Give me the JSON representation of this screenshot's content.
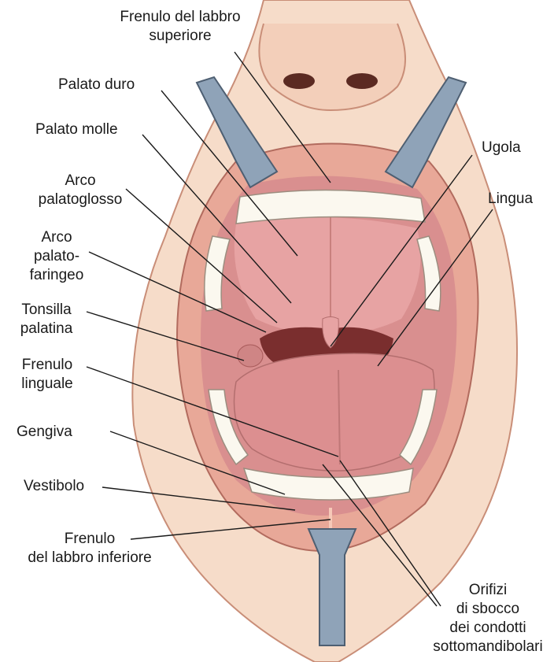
{
  "labels": {
    "frenulo_labbro_superiore": [
      "Frenulo del labbro",
      "superiore"
    ],
    "palato_duro": [
      "Palato duro"
    ],
    "palato_molle": [
      "Palato molle"
    ],
    "arco_palatoglosso": [
      "Arco",
      "palatoglosso"
    ],
    "arco_palatofaringeo": [
      "Arco",
      "palato-",
      "faringeo"
    ],
    "tonsilla_palatina": [
      "Tonsilla",
      "palatina"
    ],
    "frenulo_linguale": [
      "Frenulo",
      "linguale"
    ],
    "gengiva": [
      "Gengiva"
    ],
    "vestibolo": [
      "Vestibolo"
    ],
    "frenulo_labbro_inferiore": [
      "Frenulo",
      "del labbro inferiore"
    ],
    "ugola": [
      "Ugola"
    ],
    "lingua": [
      "Lingua"
    ],
    "orifizi": [
      "Orifizi",
      "di sbocco",
      "dei condotti",
      "sottomandibolari"
    ]
  },
  "colors": {
    "skin": "#f6dcc9",
    "lip": "#e8a898",
    "mouth_interior": "#d98f8f",
    "palate": "#e7a3a3",
    "tongue": "#dc8f90",
    "throat": "#7a2e2e",
    "teeth": "#fbf8ef",
    "retractor": "#8fa3b8"
  }
}
